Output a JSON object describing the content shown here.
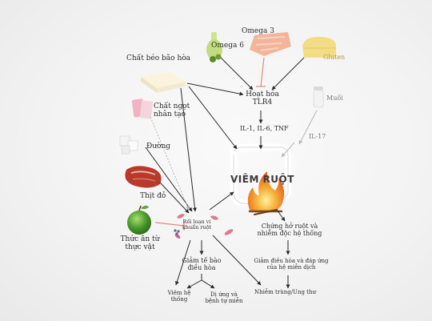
{
  "nodes": {
    "omega3": "Omega 3",
    "omega6": "Omega 6",
    "gluten": "Gluten",
    "saturated_fat": "Chất béo bão hòa",
    "tlr4": [
      "Hoạt hóa",
      "TLR4"
    ],
    "salt": "Muối",
    "sweetener": [
      "Chất ngọt",
      "nhân tạo"
    ],
    "sugar": "Đường",
    "cytokines": "IL-1, IL-6, TNF",
    "il17": "IL-17",
    "colitis": "VIÊM RUỘT",
    "red_meat": "Thịt đỏ",
    "plant_food": [
      "Thức ăn từ",
      "thực vật"
    ],
    "dysbiosis": [
      "Rối loạn vi",
      "khuẩn ruột"
    ],
    "barrier": [
      "Chứng hở ruột và",
      "nhiễm độc hệ thống"
    ],
    "treg": [
      "Giảm tế bào",
      "điều hòa"
    ],
    "immune": [
      "Giảm điều hòa và đáp ứng",
      "của hệ miễn dịch"
    ],
    "systemic_inflam": [
      "Viêm hệ",
      "thống"
    ],
    "allergy": [
      "Dị ứng và",
      "bệnh tự miễn"
    ],
    "infection_cancer": "Nhiễm trùng/Ung thư"
  },
  "colors": {
    "arrow": "#2a2a2a",
    "inhibit": "#e08a7a",
    "weak_arrow": "#b8b8b8",
    "apple": "#4a9a2c",
    "meat": "#b83a2a",
    "fish": "#f2a890",
    "cheese": "#f0d878",
    "fire": "#f08a28",
    "intestine": "#ffffff"
  }
}
